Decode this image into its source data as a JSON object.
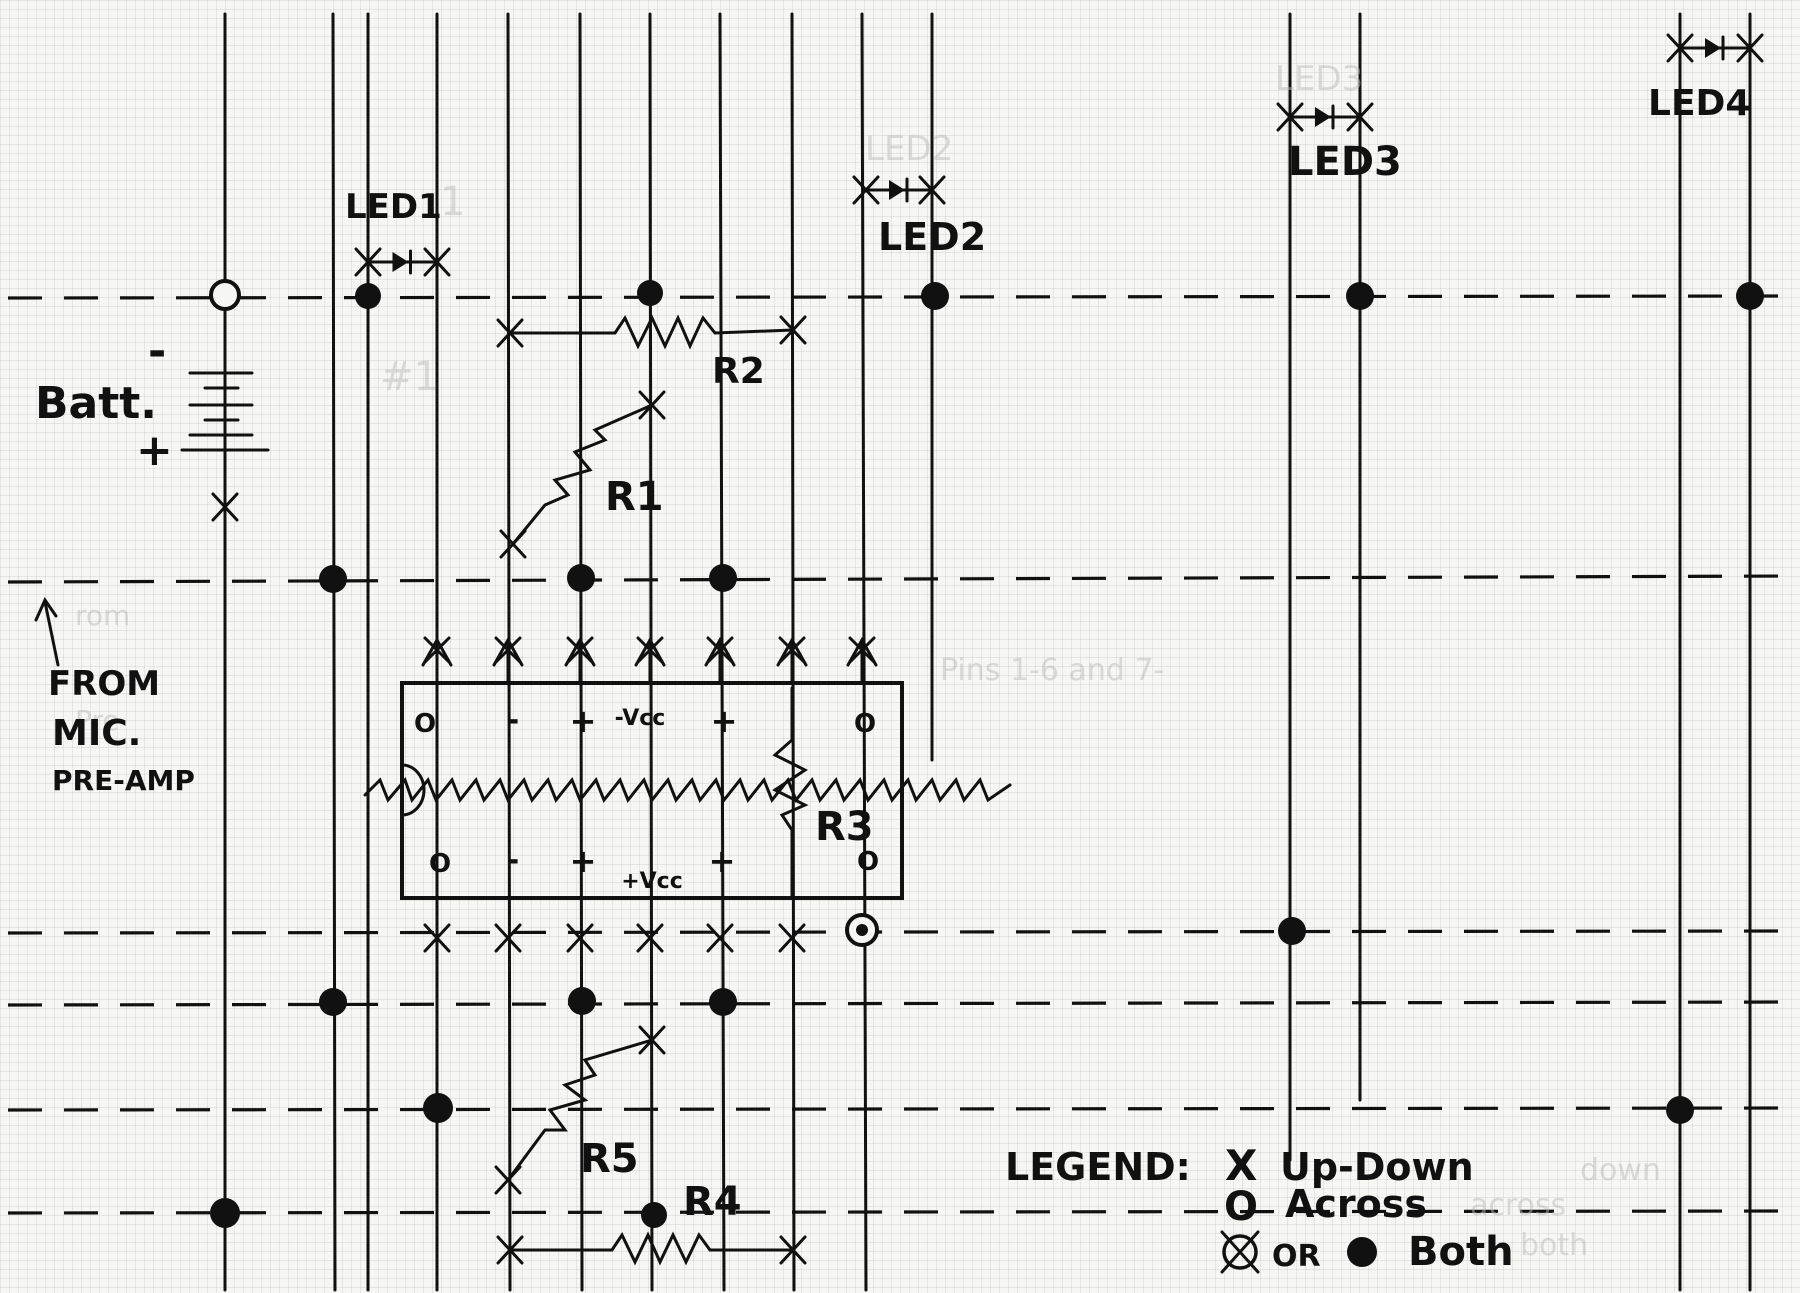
{
  "labels": {
    "led1": "LED1",
    "led2": "LED2",
    "led3": "LED3",
    "led4": "LED4",
    "r1": "R1",
    "r2": "R2",
    "r3": "R3",
    "r4": "R4",
    "r5": "R5",
    "batt": "Batt.",
    "batt_minus": "-",
    "batt_plus": "+",
    "from": "FROM",
    "mic": "MIC.",
    "preamp": "PRE-AMP"
  },
  "chip": {
    "top_pins": [
      "O",
      "-",
      "+",
      "-Vcc",
      "+",
      "",
      "O"
    ],
    "bottom_pins": [
      "O",
      "-",
      "+",
      "+Vcc",
      "+",
      "",
      "O"
    ]
  },
  "legend": {
    "title": "LEGEND:",
    "up_down_sym": "X",
    "up_down": "Up-Down",
    "across_sym": "O",
    "across": "Across",
    "or": "OR",
    "both": "Both"
  }
}
